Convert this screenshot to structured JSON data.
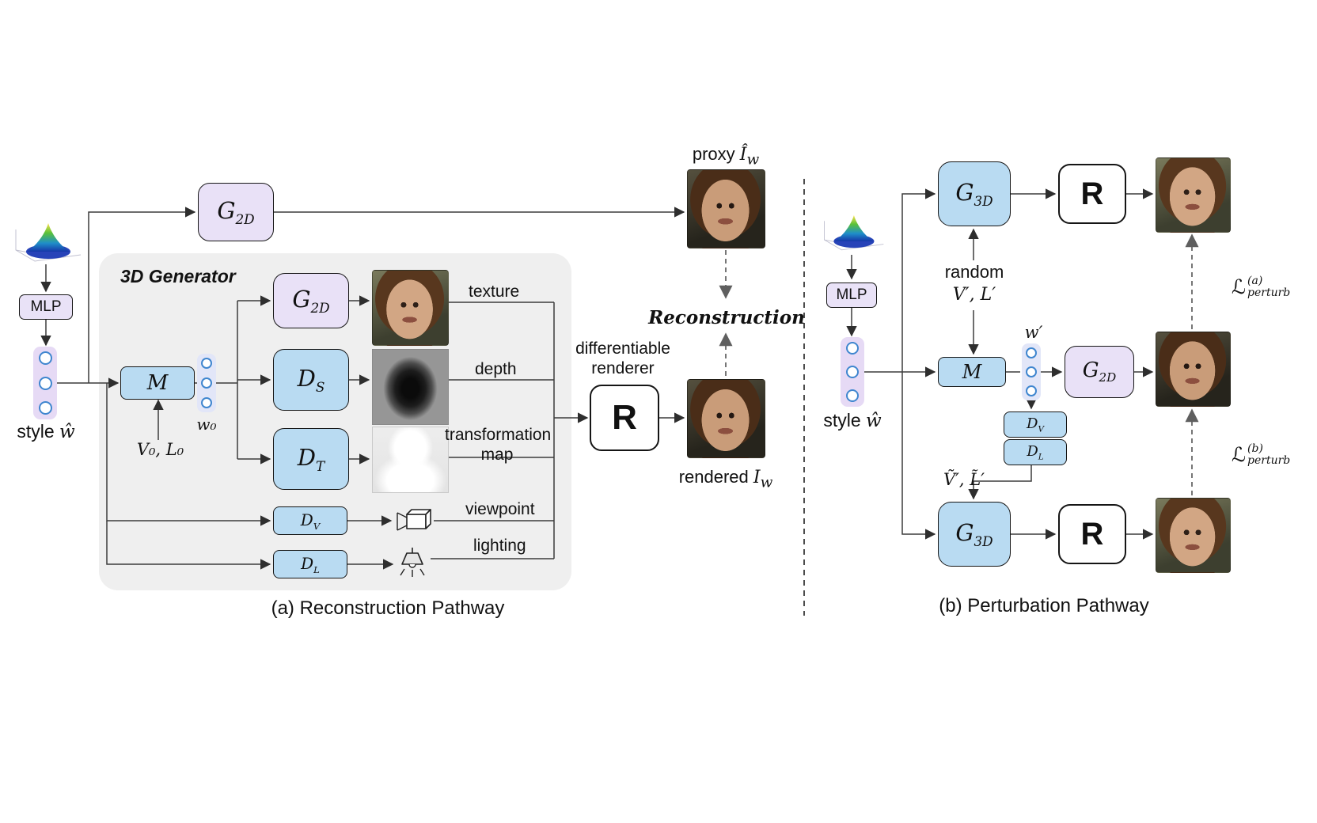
{
  "figure": {
    "left": {
      "caption": "(a) Reconstruction Pathway",
      "mlp_label": "MLP",
      "style_word": "style",
      "style_var": "ŵ",
      "g2d_top": {
        "base": "G",
        "sub": "2D"
      },
      "proxy_prefix": "proxy",
      "proxy_var": "Î",
      "proxy_sub": "w",
      "reconstruction_label": "Reconstruction",
      "panel_title": "3D Generator",
      "m_label": "M",
      "v0l0_label": "V₀, L₀",
      "w0_label": "w₀",
      "g2d_inner": {
        "base": "G",
        "sub": "2D"
      },
      "ds": {
        "base": "D",
        "sub": "S"
      },
      "dt": {
        "base": "D",
        "sub": "T"
      },
      "dv": {
        "base": "D",
        "sub": "V"
      },
      "dl": {
        "base": "D",
        "sub": "L"
      },
      "texture_label": "texture",
      "depth_label": "depth",
      "tmap_line1": "transformation",
      "tmap_line2": "map",
      "viewpoint_label": "viewpoint",
      "lighting_label": "lighting",
      "renderer_line1": "differentiable",
      "renderer_line2": "renderer",
      "r_label": "R",
      "rendered_prefix": "rendered",
      "rendered_var": "I",
      "rendered_sub": "w"
    },
    "right": {
      "caption": "(b) Perturbation Pathway",
      "mlp_label": "MLP",
      "style_word": "style",
      "style_var": "ŵ",
      "g3d_top": {
        "base": "G",
        "sub": "3D"
      },
      "r_top_label": "R",
      "random_word": "random",
      "random_vars": "V′, L′",
      "m_label": "M",
      "wprime_label": "w′",
      "g2d": {
        "base": "G",
        "sub": "2D"
      },
      "dv": {
        "base": "D",
        "sub": "V"
      },
      "dl": {
        "base": "D",
        "sub": "L"
      },
      "vl_tilde_label": "Ṽ′, L̃′",
      "g3d_bottom": {
        "base": "G",
        "sub": "3D"
      },
      "r_bottom_label": "R",
      "loss_a": {
        "cal": "ℒ",
        "sup": "(a)",
        "sub": "perturb"
      },
      "loss_b": {
        "cal": "ℒ",
        "sup": "(b)",
        "sub": "perturb"
      }
    },
    "colors": {
      "purple_box": "#e9e1f7",
      "blue_box": "#b9dbf2",
      "panel_gray": "#efefef",
      "dot_stroke": "#3f86cf"
    }
  }
}
